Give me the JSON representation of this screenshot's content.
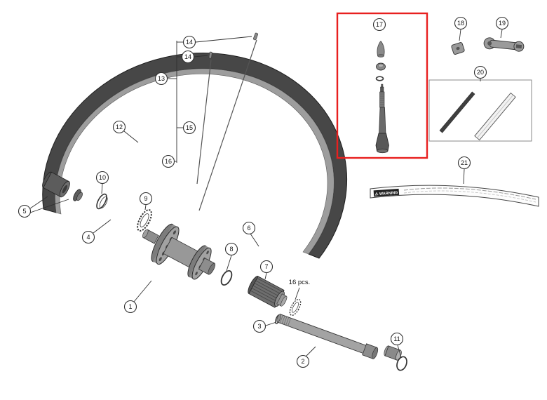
{
  "diagram": {
    "kind": "exploded-parts-diagram",
    "highlight_color": "#e8201f",
    "line_color": "#2f2f2f",
    "highlighted_item": "17",
    "note_16pcs": "16 pcs.",
    "warning_label": "⚠ WARNING",
    "callouts": [
      {
        "id": "17",
        "label": "17"
      },
      {
        "id": "18",
        "label": "18"
      },
      {
        "id": "19",
        "label": "19"
      },
      {
        "id": "20",
        "label": "20"
      },
      {
        "id": "21",
        "label": "21"
      },
      {
        "id": "14a",
        "label": "14"
      },
      {
        "id": "14b",
        "label": "14"
      },
      {
        "id": "13",
        "label": "13"
      },
      {
        "id": "12",
        "label": "12"
      },
      {
        "id": "15",
        "label": "15"
      },
      {
        "id": "16",
        "label": "16"
      },
      {
        "id": "5",
        "label": "5"
      },
      {
        "id": "10",
        "label": "10"
      },
      {
        "id": "9",
        "label": "9"
      },
      {
        "id": "4",
        "label": "4"
      },
      {
        "id": "1",
        "label": "1"
      },
      {
        "id": "8",
        "label": "8"
      },
      {
        "id": "6",
        "label": "6"
      },
      {
        "id": "7",
        "label": "7"
      },
      {
        "id": "3",
        "label": "3"
      },
      {
        "id": "2",
        "label": "2"
      },
      {
        "id": "11",
        "label": "11"
      }
    ]
  }
}
